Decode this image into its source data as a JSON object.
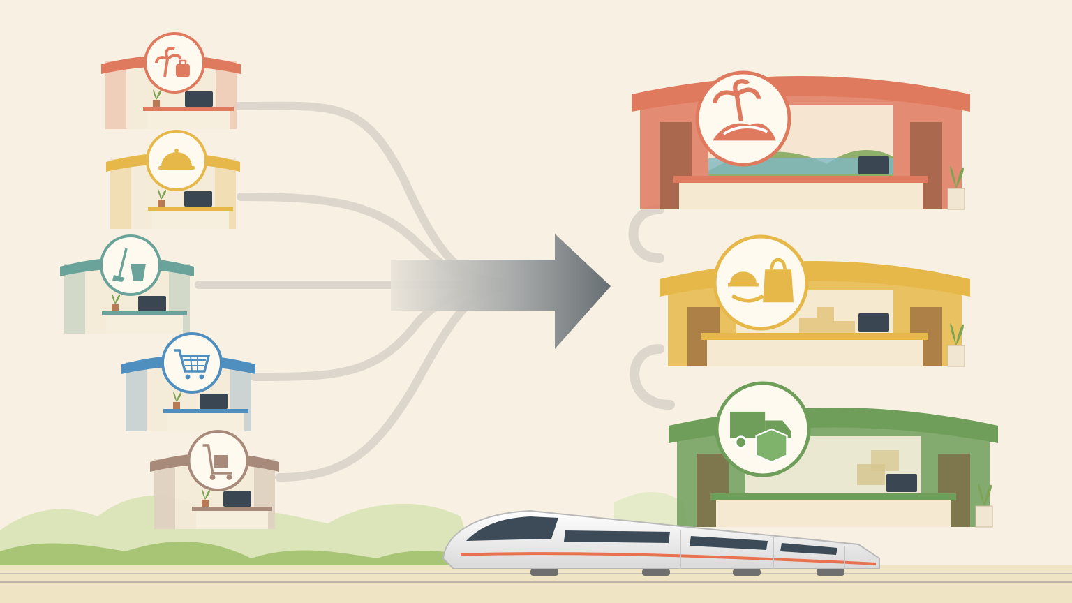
{
  "colors": {
    "background": "#f8f1e3",
    "travel": "#e07a5f",
    "food": "#e6b84a",
    "cleaning": "#6aa39a",
    "shopping": "#4f8fc0",
    "moving": "#a88a7a",
    "logistics": "#6e9e5a",
    "arrow": "#6b7379",
    "connector": "#dcd6cc",
    "hills": "#9fbf6a",
    "train_stripe": "#e8714f"
  },
  "small_kiosks": [
    {
      "name": "travel",
      "icon": "palm-luggage-icon"
    },
    {
      "name": "food",
      "icon": "cloche-icon"
    },
    {
      "name": "cleaning",
      "icon": "mop-bucket-icon"
    },
    {
      "name": "shopping",
      "icon": "shopping-cart-icon"
    },
    {
      "name": "moving",
      "icon": "hand-truck-icon"
    }
  ],
  "large_stations": [
    {
      "name": "travel-hub",
      "icon": "palm-train-icon"
    },
    {
      "name": "food-shopping-hub",
      "icon": "tray-bag-icon"
    },
    {
      "name": "logistics-hub",
      "icon": "truck-box-icon"
    }
  ],
  "central_element": {
    "icon": "merge-arrow-icon"
  },
  "foreground": {
    "icon": "bullet-train-icon"
  }
}
